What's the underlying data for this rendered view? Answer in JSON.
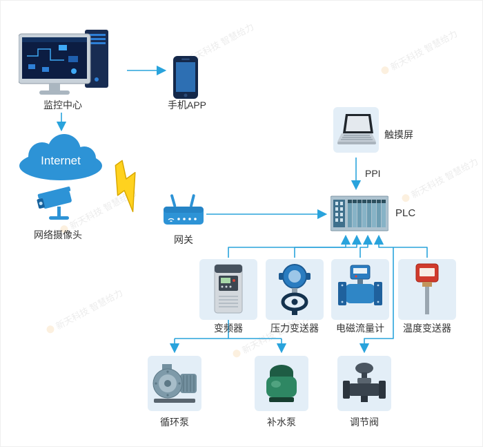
{
  "watermark": {
    "text": "新天科技 智慧给力"
  },
  "colors": {
    "accent": "#29a3dc",
    "box_bg": "#e3eef7",
    "cloud": "#2d93d6"
  },
  "nodes": {
    "monitoring_center": {
      "label": "监控中心"
    },
    "phone_app": {
      "label": "手机APP"
    },
    "internet": {
      "label": "Internet"
    },
    "ip_camera": {
      "label": "网络摄像头"
    },
    "gateway": {
      "label": "网关"
    },
    "touch_screen": {
      "label": "触摸屏"
    },
    "plc": {
      "label": "PLC"
    },
    "vfd": {
      "label": "变频器"
    },
    "pressure_transmitter": {
      "label": "压力变送器"
    },
    "electromagnetic_flowmeter": {
      "label": "电磁流量计"
    },
    "temperature_transmitter": {
      "label": "温度变送器"
    },
    "circulation_pump": {
      "label": "循环泵"
    },
    "makeup_pump": {
      "label": "补水泵"
    },
    "control_valve": {
      "label": "调节阀"
    }
  },
  "connections": {
    "ppi_label": "PPI"
  }
}
